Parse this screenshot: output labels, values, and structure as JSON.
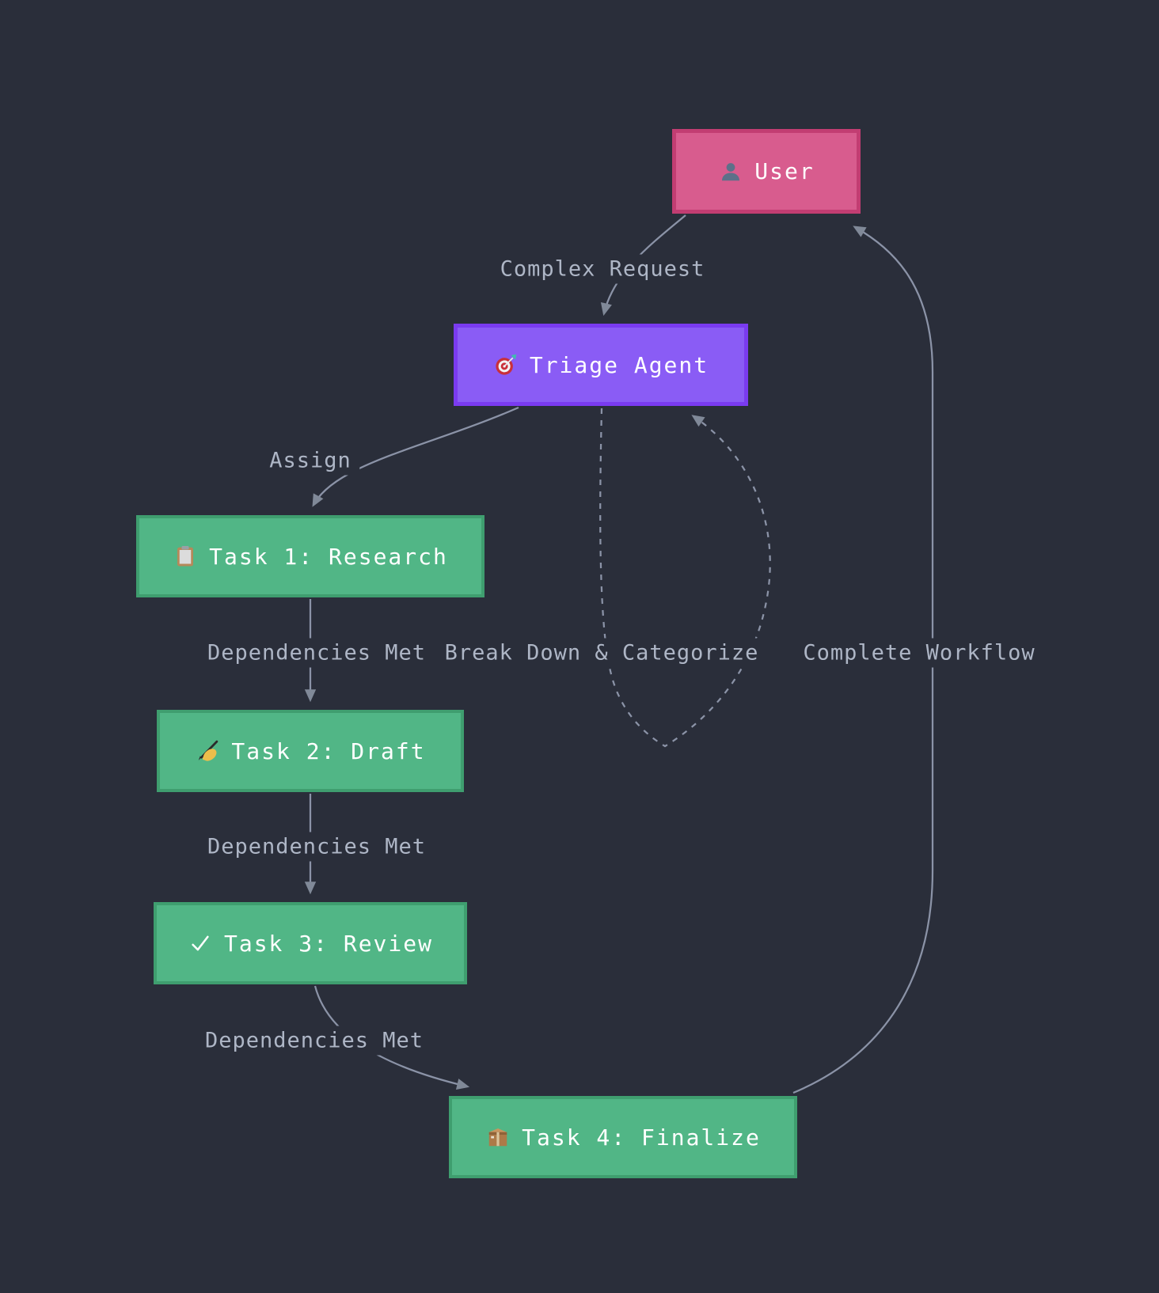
{
  "diagram": {
    "type": "flowchart",
    "background_color": "#2a2e3a",
    "edge_color": "#8b93a7",
    "edge_label_color": "#aeb6c6",
    "node_text_color": "#ffffff",
    "nodes": [
      {
        "id": "user",
        "label": "User",
        "icon": "user-icon",
        "fill": "#d85c8e",
        "border": "#c23d72"
      },
      {
        "id": "triage-agent",
        "label": "Triage Agent",
        "icon": "target-icon",
        "fill": "#8a5cf5",
        "border": "#7a3bf0"
      },
      {
        "id": "task-1",
        "label": "Task 1: Research",
        "icon": "clipboard-icon",
        "fill": "#51b686",
        "border": "#3f9e6f"
      },
      {
        "id": "task-2",
        "label": "Task 2: Draft",
        "icon": "writing-hand-icon",
        "fill": "#51b686",
        "border": "#3f9e6f"
      },
      {
        "id": "task-3",
        "label": "Task 3: Review",
        "icon": "check-icon",
        "fill": "#51b686",
        "border": "#3f9e6f"
      },
      {
        "id": "task-4",
        "label": "Task 4: Finalize",
        "icon": "package-icon",
        "fill": "#51b686",
        "border": "#3f9e6f"
      }
    ],
    "edges": [
      {
        "from": "user",
        "to": "triage-agent",
        "label": "Complex Request",
        "style": "solid"
      },
      {
        "from": "triage-agent",
        "to": "task-1",
        "label": "Assign",
        "style": "solid"
      },
      {
        "from": "task-1",
        "to": "task-2",
        "label": "Dependencies Met",
        "style": "solid"
      },
      {
        "from": "task-2",
        "to": "task-3",
        "label": "Dependencies Met",
        "style": "solid"
      },
      {
        "from": "task-3",
        "to": "task-4",
        "label": "Dependencies Met",
        "style": "solid"
      },
      {
        "from": "task-4",
        "to": "user",
        "label": "Complete Workflow",
        "style": "solid"
      },
      {
        "from": "triage-agent",
        "to": "triage-agent",
        "label": "Break Down & Categorize",
        "style": "dashed"
      }
    ]
  }
}
